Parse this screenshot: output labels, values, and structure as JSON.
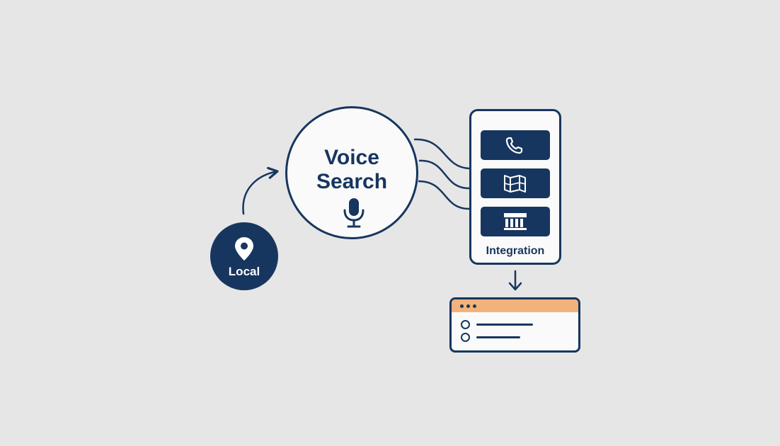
{
  "nodes": {
    "local": {
      "label": "Local",
      "icon": "map-pin-icon"
    },
    "voice_search": {
      "title_line1": "Voice",
      "title_line2": "Search",
      "icon": "microphone-icon"
    },
    "integration": {
      "label": "Integration",
      "items": [
        {
          "icon": "phone-icon"
        },
        {
          "icon": "map-icon"
        },
        {
          "icon": "storefront-icon"
        }
      ]
    },
    "results": {
      "titlebar_dots": 3,
      "rows": [
        {
          "icon": "radio-icon"
        },
        {
          "icon": "radio-icon"
        }
      ]
    }
  },
  "colors": {
    "background": "#e6e6e6",
    "primary": "#17365f",
    "accent": "#f2b37a",
    "surface": "#fafafa"
  }
}
